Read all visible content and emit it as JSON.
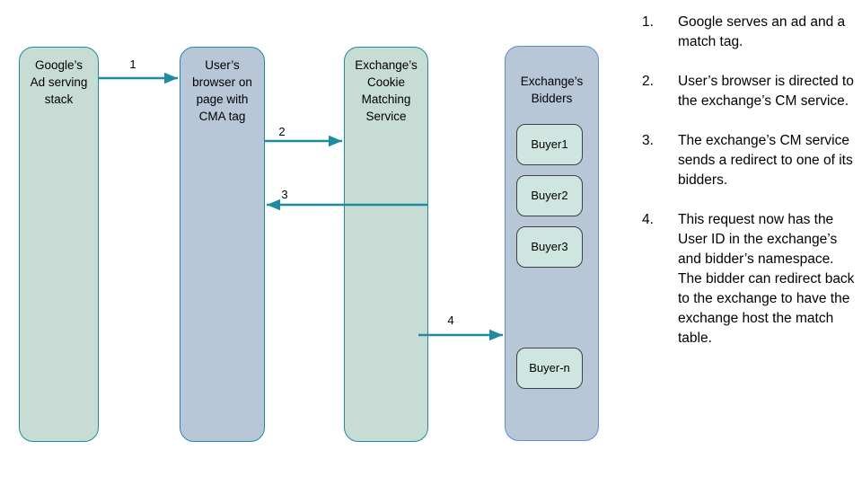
{
  "colors": {
    "teal_line": "#1f8ba3",
    "green_node_fill": "#c7dcd4",
    "blue_node_fill": "#b7c7d8",
    "bidders_border": "#5b8dd9",
    "buyer_fill": "#cfe6e0",
    "buyer_border": "#404040",
    "text": "#000000"
  },
  "nodes": {
    "google": {
      "label": "Google’s\nAd serving\nstack"
    },
    "browser": {
      "label": "User’s\nbrowser on\npage with\nCMA tag"
    },
    "cm_service": {
      "label": "Exchange’s\nCookie\nMatching\nService"
    },
    "bidders": {
      "label": "Exchange’s\nBidders",
      "buyers": [
        "Buyer1",
        "Buyer2",
        "Buyer3",
        "Buyer-n"
      ]
    }
  },
  "arrows": [
    {
      "label": "1"
    },
    {
      "label": "2"
    },
    {
      "label": "3"
    },
    {
      "label": "4"
    }
  ],
  "steps": [
    {
      "number": "1.",
      "text": "Google serves an ad and a match tag."
    },
    {
      "number": "2.",
      "text": "User’s browser is directed to the exchange’s CM service."
    },
    {
      "number": "3.",
      "text": "The exchange’s CM service sends a redirect to one of its bidders."
    },
    {
      "number": "4.",
      "text": "This request now has the User ID in the exchange’s and bidder’s namespace. The bidder can redirect back to the exchange to have the exchange host the match table."
    }
  ]
}
